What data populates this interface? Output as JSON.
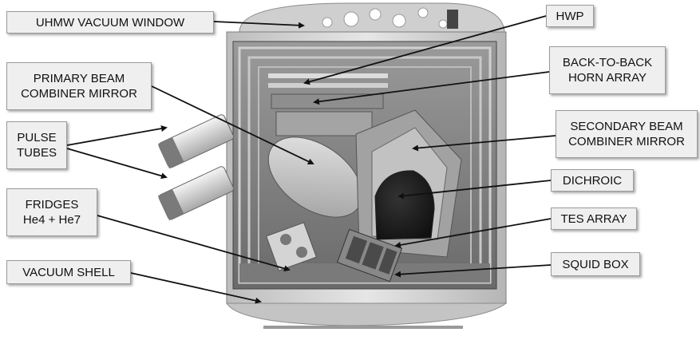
{
  "labels": {
    "uhmw_vacuum_window": [
      "UHMW VACUUM WINDOW"
    ],
    "primary_beam_combiner_mirror": [
      "PRIMARY BEAM",
      "COMBINER MIRROR"
    ],
    "pulse_tubes": [
      "PULSE",
      "TUBES"
    ],
    "fridges": [
      "FRIDGES",
      "He4 + He7"
    ],
    "vacuum_shell": [
      "VACUUM SHELL"
    ],
    "hwp": [
      "HWP"
    ],
    "back_to_back_horn_array": [
      "BACK-TO-BACK",
      "HORN ARRAY"
    ],
    "secondary_beam_combiner_mirror": [
      "SECONDARY BEAM",
      "COMBINER MIRROR"
    ],
    "dichroic": [
      "DICHROIC"
    ],
    "tes_array": [
      "TES ARRAY"
    ],
    "squid_box": [
      "SQUID BOX"
    ]
  },
  "colors": {
    "label_background": "#efefef",
    "label_border": "#9a9a9a",
    "leader_line": "#111111",
    "metal_light": "#d9d9d9",
    "metal_dark": "#6e6e6e"
  }
}
